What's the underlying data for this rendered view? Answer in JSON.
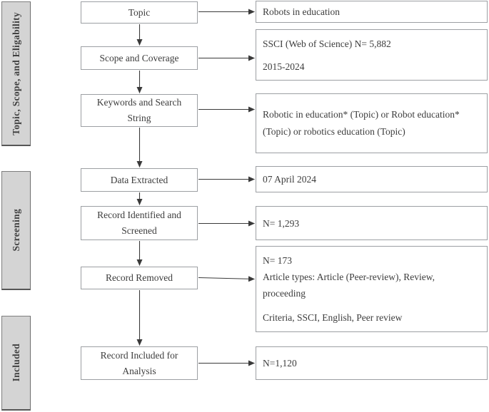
{
  "diagram": {
    "stages": [
      {
        "label": "Topic, Scope, and Eligability"
      },
      {
        "label": "Screening"
      },
      {
        "label": "Included"
      }
    ],
    "steps": [
      {
        "label": "Topic",
        "details": [
          "Robots in education"
        ]
      },
      {
        "label": "Scope and Coverage",
        "details": [
          "SSCI (Web of Science) N= 5,882",
          "2015-2024"
        ]
      },
      {
        "label": "Keywords and Search String",
        "details": [
          "Robotic in education* (Topic) or Robot education* (Topic) or robotics education (Topic)"
        ]
      },
      {
        "label": "Data Extracted",
        "details": [
          "07 April 2024"
        ]
      },
      {
        "label": "Record Identified and Screened",
        "details": [
          "N= 1,293"
        ]
      },
      {
        "label": "Record Removed",
        "details": [
          "N= 173",
          "Article types: Article (Peer-review), Review, proceeding",
          "Criteria, SSCI, English, Peer review"
        ]
      },
      {
        "label": "Record Included for Analysis",
        "details": [
          "N=1,120"
        ]
      }
    ],
    "colors": {
      "background": "#ffffff",
      "box_border": "#9c9fa3",
      "stage_fill": "#d4d4d4",
      "stage_border": "#7e7e7e",
      "text": "#3c3c3c",
      "arrow": "#3a3a3a"
    }
  }
}
